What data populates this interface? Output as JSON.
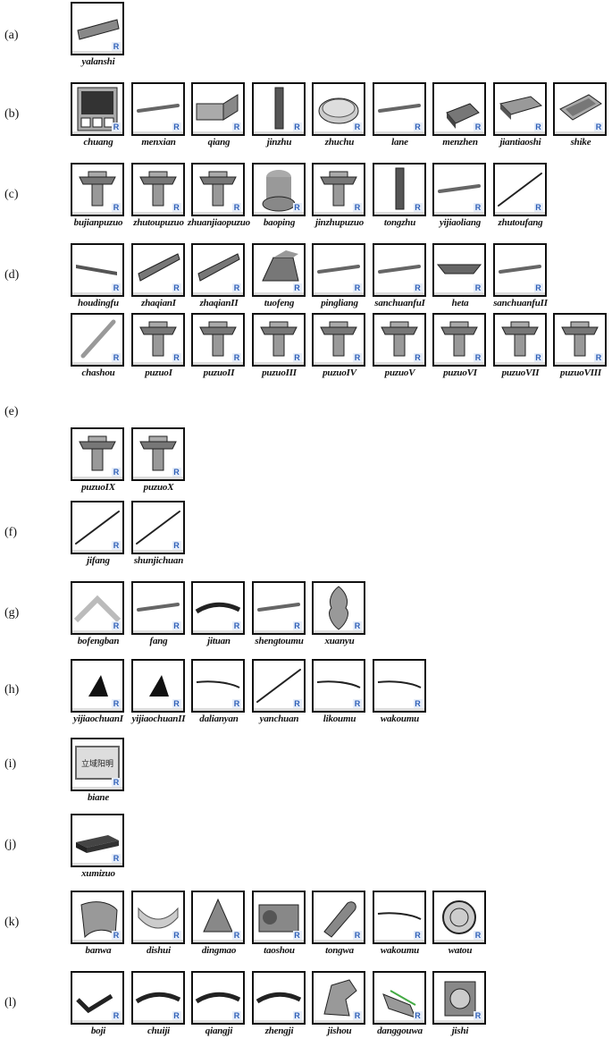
{
  "rows": [
    {
      "label": "(a)",
      "items": [
        "yalanshi"
      ]
    },
    {
      "label": "(b)",
      "items": [
        "chuang",
        "menxian",
        "qiang",
        "jinzhu",
        "zhuchu",
        "lane",
        "menzhen",
        "jiantiaoshi",
        "shike"
      ]
    },
    {
      "label": "(c)",
      "items": [
        "bujianpuzuo",
        "zhutoupuzuo",
        "zhuanjiaopuzuo",
        "baoping",
        "jinzhupuzuo",
        "tongzhu",
        "yijiaoliang",
        "zhutoufang"
      ]
    },
    {
      "label": "(d)",
      "items": [
        "houdingfu",
        "zhaqianI",
        "zhaqianII",
        "tuofeng",
        "pingliang",
        "sanchuanfuI",
        "heta",
        "sanchuanfuII"
      ]
    },
    {
      "label": "(e)",
      "items": [
        "chashou",
        "puzuoI",
        "puzuoII",
        "puzuoIII",
        "puzuoIV",
        "puzuoV",
        "puzuoVI",
        "puzuoVII",
        "puzuoVIII",
        "puzuoIX",
        "puzuoX"
      ]
    },
    {
      "label": "(f)",
      "items": [
        "jifang",
        "shunjichuan"
      ]
    },
    {
      "label": "(g)",
      "items": [
        "bofengban",
        "fang",
        "jituan",
        "shengtoumu",
        "xuanyu"
      ]
    },
    {
      "label": "(h)",
      "items": [
        "yijiaochuanI",
        "yijiaochuanII",
        "dalianyan",
        "yanchuan",
        "likoumu",
        "wakoumu"
      ]
    },
    {
      "label": "(i)",
      "items": [
        "biane"
      ]
    },
    {
      "label": "(j)",
      "items": [
        "xumizuo"
      ]
    },
    {
      "label": "(k)",
      "items": [
        "banwa",
        "dishui",
        "dingmao",
        "taoshou",
        "tongwa",
        "wakoumu",
        "watou"
      ]
    },
    {
      "label": "(l)",
      "items": [
        "boji",
        "chuiji",
        "qiangji",
        "zhengji",
        "jishou",
        "danggouwa",
        "jishi"
      ]
    }
  ],
  "badge": "R",
  "biane_plaque_text": "立域阳明"
}
